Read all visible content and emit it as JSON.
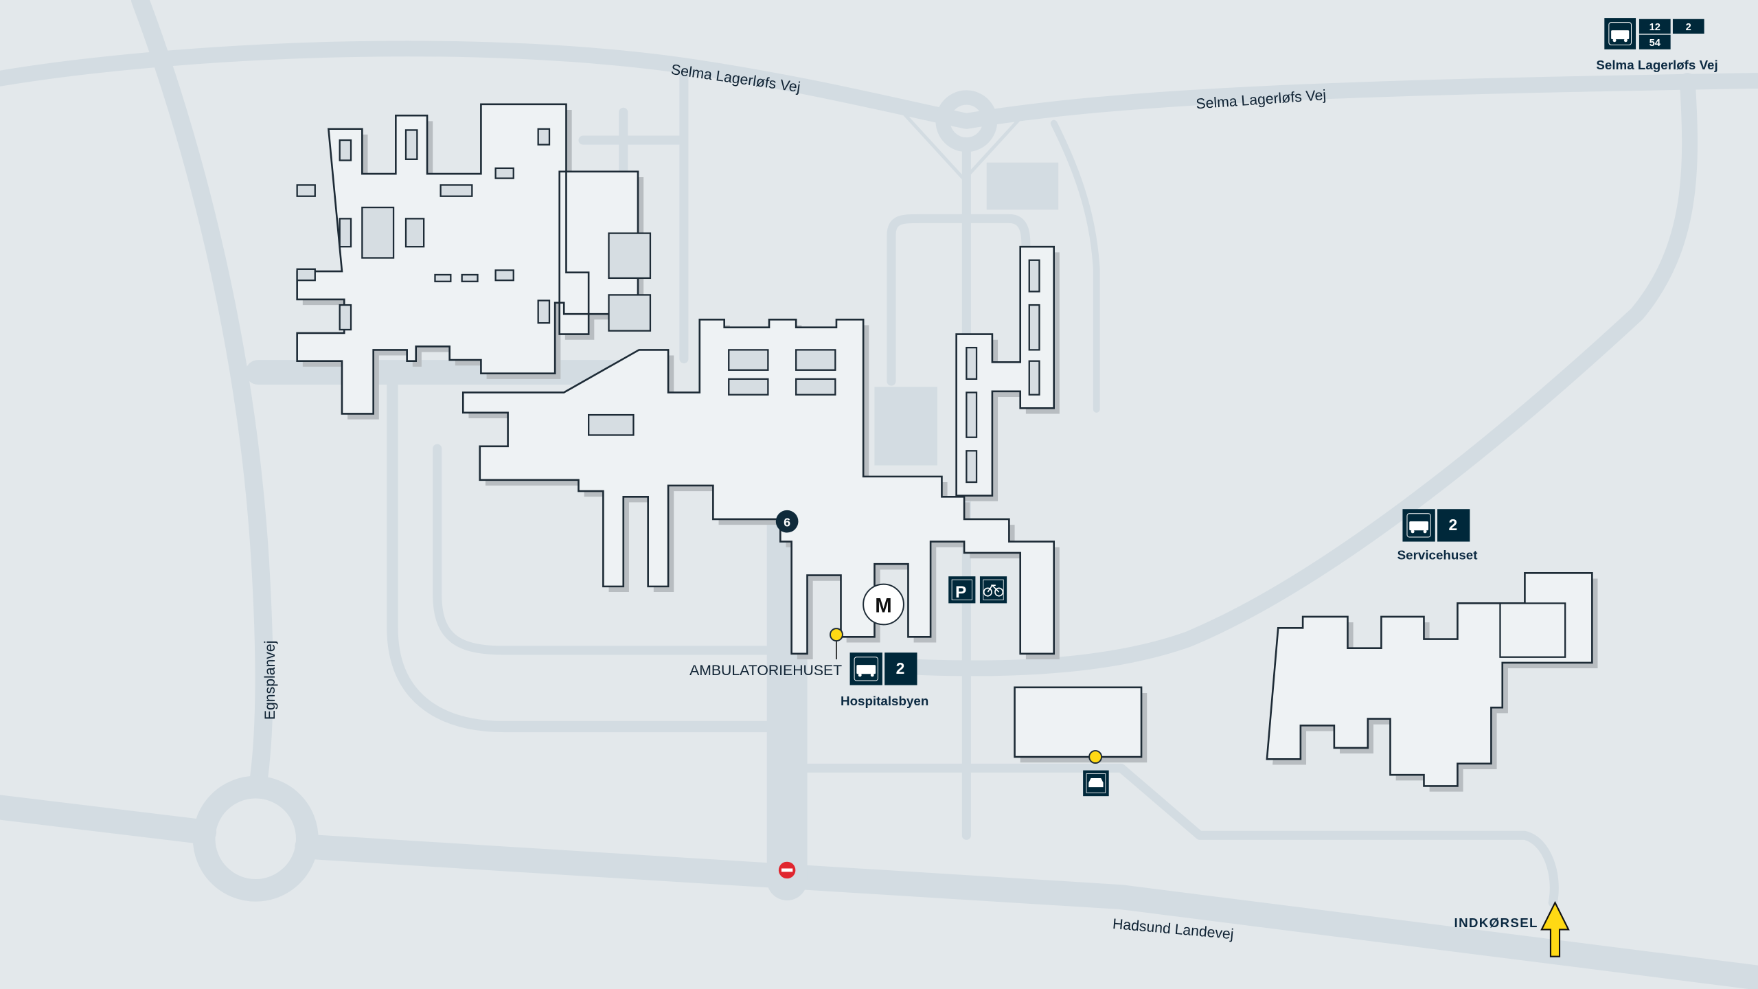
{
  "map": {
    "streets": {
      "selma_left": "Selma Lagerløfs Vej",
      "selma_right": "Selma Lagerløfs Vej",
      "egnsplanvej": "Egnsplanvej",
      "hadsund": "Hadsund Landevej"
    },
    "bus_stops": [
      {
        "name": "Selma Lagerløfs Vej",
        "routes": [
          "12",
          "2",
          "54"
        ],
        "icon": "bus-icon"
      },
      {
        "name": "Servicehuset",
        "routes": [
          "2"
        ],
        "icon": "bus-icon"
      },
      {
        "name": "Hospitalsbyen",
        "routes": [
          "2"
        ],
        "icon": "bus-icon"
      }
    ],
    "building_label": "AMBULATORIEHUSET",
    "entrance_label": "INDKØRSEL",
    "metro_marker": "M",
    "entrance_number": "6",
    "icons": [
      "parking-accessible-icon",
      "bicycle-icon",
      "car-icon",
      "no-entry-icon",
      "entrance-arrow-icon"
    ],
    "colors": {
      "background": "#e3e8eb",
      "road": "#d3dce2",
      "building": "#eef2f4",
      "dark": "#00283a",
      "yellow": "#ffd914",
      "red": "#e0262f"
    }
  }
}
